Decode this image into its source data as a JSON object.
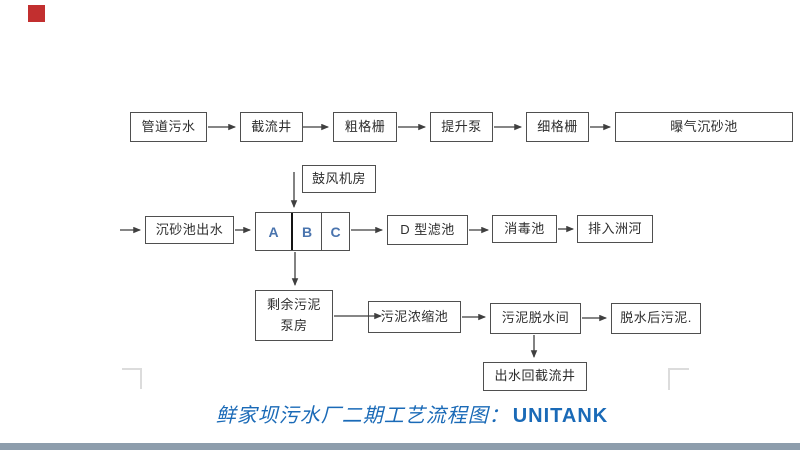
{
  "nodes": {
    "pipe_sewage": "管道污水",
    "intercept_well": "截流井",
    "coarse_screen": "粗格栅",
    "lift_pump": "提升泵",
    "fine_screen": "细格栅",
    "aerated_grit": "曝气沉砂池",
    "blower_room": "鼓风机房",
    "grit_outflow": "沉砂池出水",
    "tank_a": "A",
    "tank_b": "B",
    "tank_c": "C",
    "d_filter": "D 型滤池",
    "disinfection": "消毒池",
    "discharge": "排入洲河",
    "surplus_sludge_line1": "剩余污泥",
    "surplus_sludge_line2": "泵房",
    "thickener": "污泥浓缩池",
    "dewatering_room": "污泥脱水间",
    "dewatered_sludge": "脱水后污泥.",
    "return_well": "出水回截流井"
  },
  "caption": {
    "cn": "鲜家坝污水厂二期工艺流程图：",
    "en": "UNITANK"
  },
  "colors": {
    "caption_blue": "#1a6ab7",
    "tank_letter_blue": "#4a74ae",
    "box_border_gray": "#4f4f4f",
    "red_square": "#c22f2f",
    "bottom_bar": "#8d9dac",
    "corner_mark_gray": "#dcdcdc"
  }
}
